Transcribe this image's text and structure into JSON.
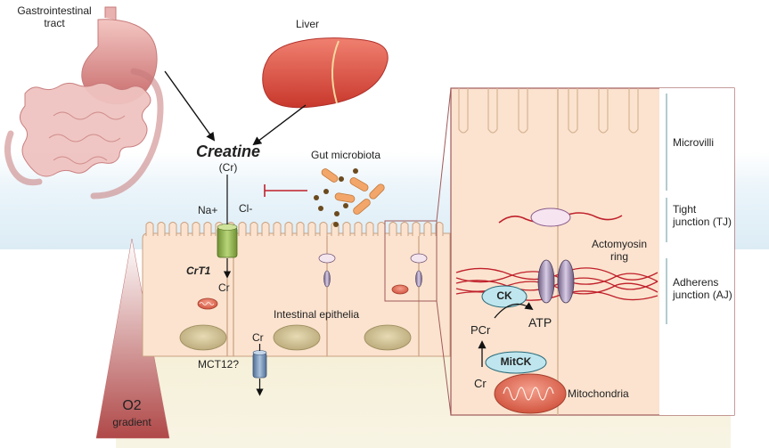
{
  "organs": {
    "gi_tract": [
      "Gastrointestinal",
      "tract"
    ],
    "liver": "Liver"
  },
  "creatine": {
    "name": "Creatine",
    "abbr": "(Cr)"
  },
  "gut_microbiota": "Gut microbiota",
  "transporter": {
    "na": "Na+",
    "cl": "Cl-",
    "crt1": "CrT1",
    "cr_in": "Cr",
    "cr_mct": "Cr",
    "mct12": "MCT12?"
  },
  "epithelia": "Intestinal epithelia",
  "o2": {
    "label": "O2",
    "sub": "gradient"
  },
  "inset": {
    "microvilli": "Microvilli",
    "tight_junction": [
      "Tight",
      "junction (TJ)"
    ],
    "actomyosin": [
      "Actomyosin",
      "ring"
    ],
    "adherens_junction": [
      "Adherens",
      "junction (AJ)"
    ],
    "ck": "CK",
    "atp": "ATP",
    "pcr": "PCr",
    "mitck": "MitCK",
    "cr": "Cr",
    "mitochondria": "Mitochondria"
  },
  "colors": {
    "cell_fill": "#fbe3cf",
    "cell_border": "#c8a080",
    "lumen": "#e7f2f8",
    "mucus": "#f3eccf",
    "liver": "#e05c4c",
    "gut": "#e8a7a4",
    "junction_red": "#c0202a",
    "ck_fill": "#bfe6ee",
    "transporter_green": "#8fb34a",
    "inset_border": "#a05a5a"
  }
}
